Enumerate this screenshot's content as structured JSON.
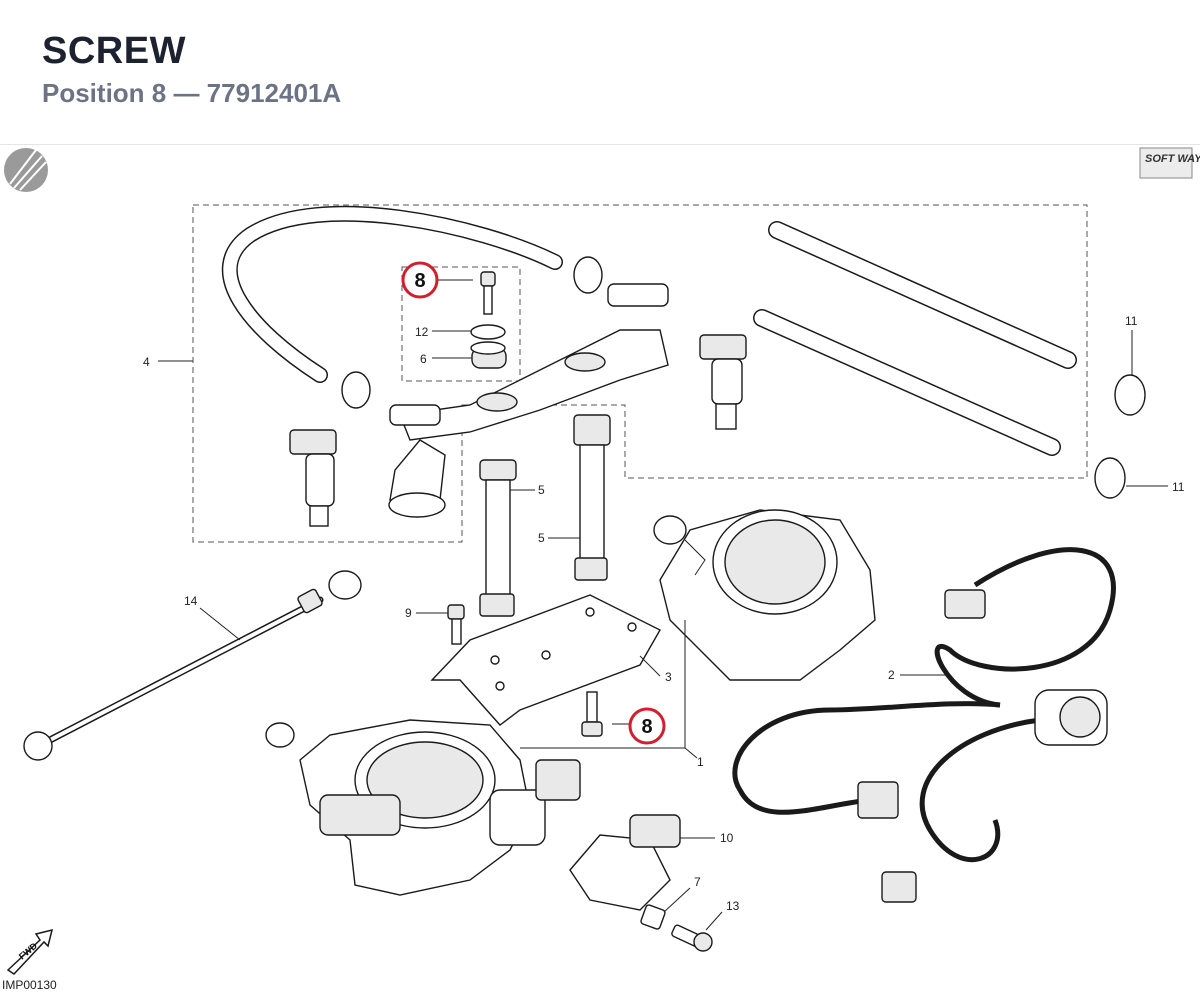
{
  "header": {
    "title": "SCREW",
    "subtitle": "Position 8 — 77912401A"
  },
  "diagram": {
    "brand_logo": "SOFT WAY",
    "fwd_label": "FWD",
    "image_code": "IMP00130",
    "highlight_color": "#d0202e",
    "callouts": {
      "c1": "1",
      "c2": "2",
      "c3": "3",
      "c4": "4",
      "c5a": "5",
      "c5b": "5",
      "c6": "6",
      "c7": "7",
      "c8a": "8",
      "c8b": "8",
      "c9": "9",
      "c10": "10",
      "c11a": "11",
      "c11b": "11",
      "c12": "12",
      "c13": "13",
      "c14": "14"
    }
  }
}
